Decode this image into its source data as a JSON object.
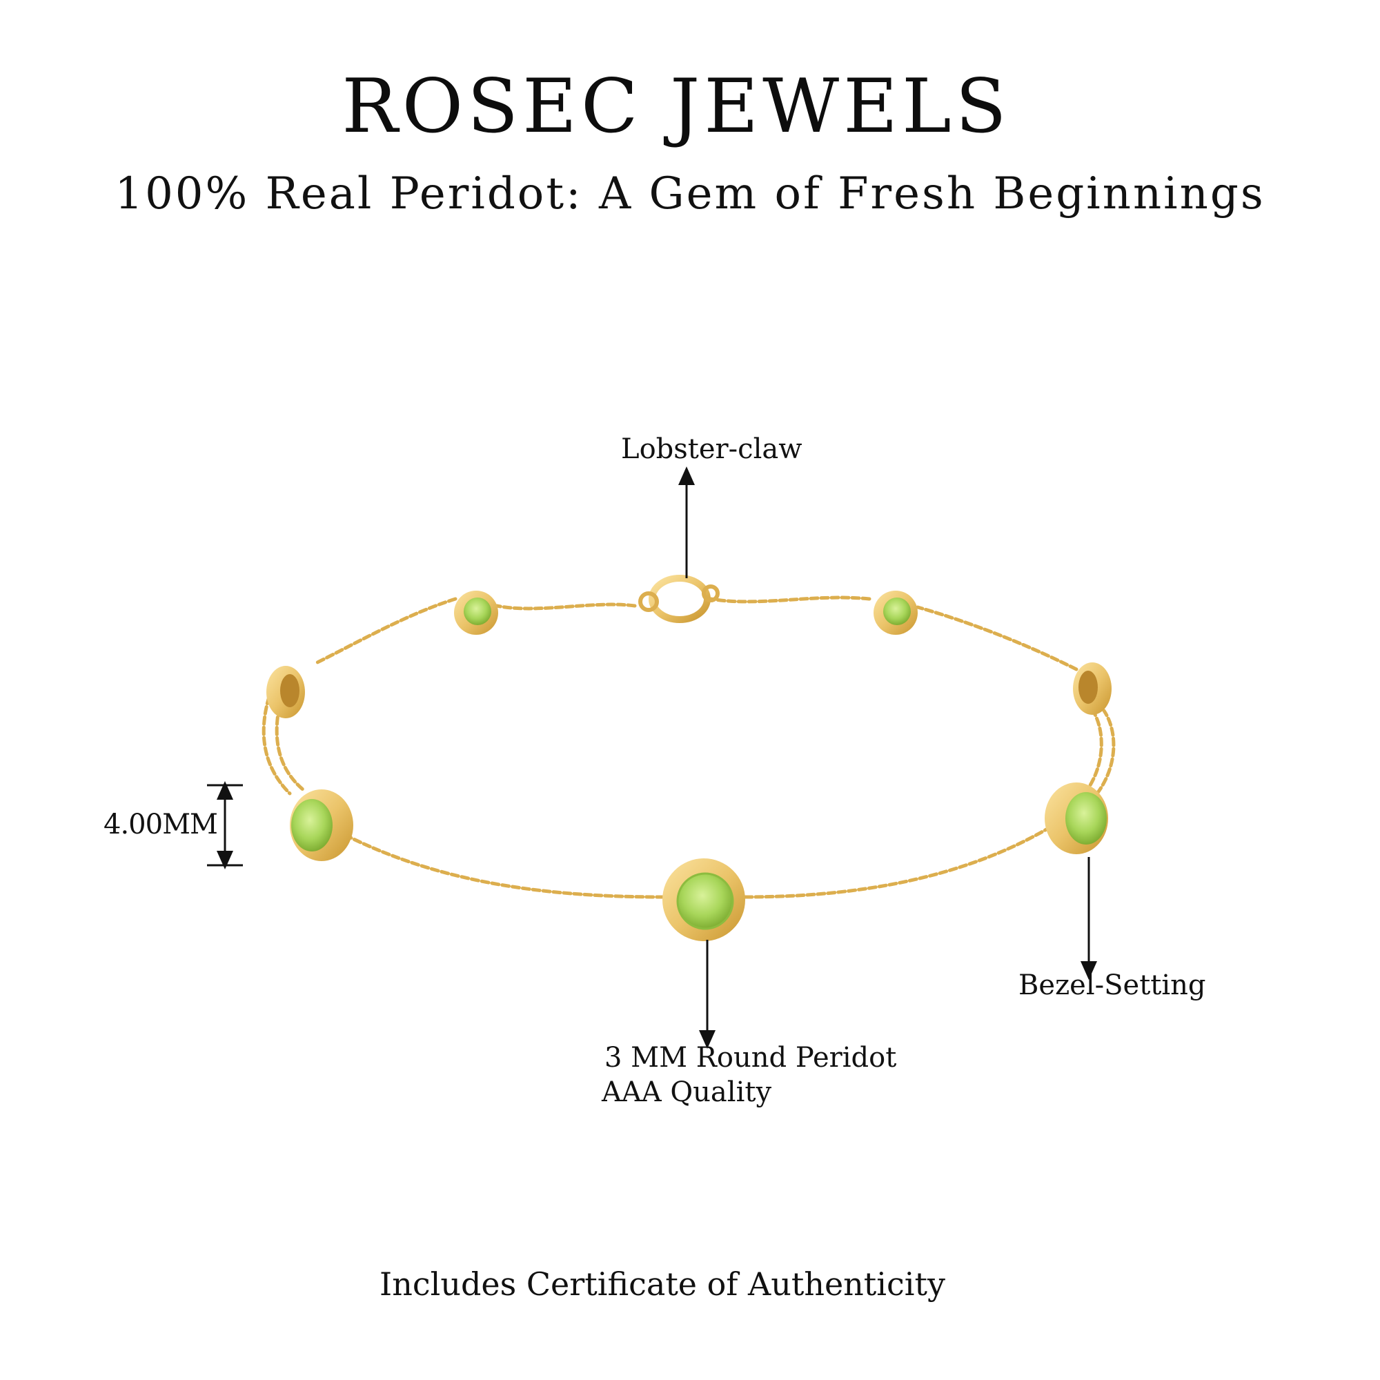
{
  "header": {
    "brand": "ROSEC JEWELS",
    "tagline": "100% Real Peridot: A Gem of Fresh Beginnings"
  },
  "callouts": {
    "clasp": "Lobster-claw",
    "dimension": "4.00MM",
    "setting": "Bezel-Setting",
    "stone_line1": "3 MM Round Peridot",
    "stone_line2": "AAA Quality"
  },
  "footer": {
    "note": "Includes Certificate of Authenticity"
  },
  "colors": {
    "gold": "#e9c266",
    "gold_dark": "#c9962f",
    "peridot": "#a8d65a"
  }
}
